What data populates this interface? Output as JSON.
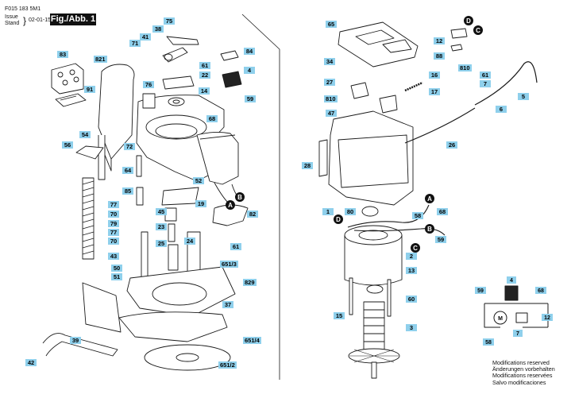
{
  "header": {
    "code": "F015 183 5M1",
    "issue": "Issue",
    "stand": "Stand",
    "date": "02-01-15",
    "fig": "Fig./Abb. 1"
  },
  "connector_letters": [
    "A",
    "B",
    "C",
    "D"
  ],
  "callouts": [
    "75",
    "38",
    "65",
    "41",
    "71",
    "83",
    "821",
    "61",
    "22",
    "84",
    "4",
    "76",
    "14",
    "91",
    "59",
    "68",
    "34",
    "27",
    "810",
    "16",
    "17",
    "47",
    "12",
    "88",
    "7",
    "5",
    "6",
    "26",
    "54",
    "56",
    "72",
    "64",
    "52",
    "28",
    "1",
    "85",
    "77",
    "70",
    "79",
    "19",
    "45",
    "23",
    "24",
    "82",
    "25",
    "43",
    "50",
    "51",
    "651/3",
    "829",
    "37",
    "39",
    "42",
    "651/4",
    "651/2",
    "80",
    "58",
    "2",
    "13",
    "60",
    "3",
    "15"
  ],
  "schematic": {
    "labels": [
      "59",
      "4",
      "68",
      "M",
      "12",
      "7",
      "58"
    ]
  },
  "notes": [
    "Modifications reserved",
    "Änderungen vorbehalten",
    "Modifications reservées",
    "Salvo modificaciones"
  ],
  "colors": {
    "tag": "#8fd0ec",
    "ink": "#1a1a1a",
    "connector": "#111111"
  }
}
